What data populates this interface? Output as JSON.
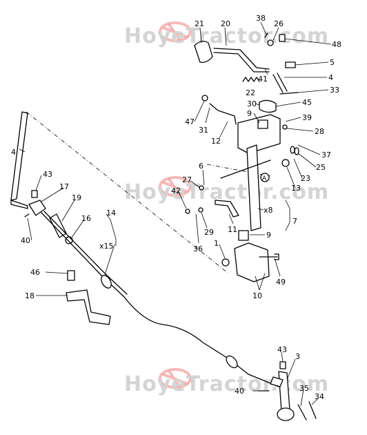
{
  "watermark": {
    "text": "HoyeTractor.com",
    "color": "#d4d4d4",
    "logo_color": "#f2a8a8"
  },
  "callouts": [
    "21",
    "20",
    "38",
    "26",
    "48",
    "5",
    "4",
    "41",
    "22",
    "33",
    "30",
    "45",
    "47",
    "9",
    "39",
    "31",
    "28",
    "12",
    "37",
    "25",
    "23",
    "13",
    "A",
    "6",
    "27",
    "42",
    "11",
    "x8",
    "7",
    "29",
    "36",
    "1",
    "9",
    "49",
    "10",
    "43",
    "17",
    "19",
    "16",
    "14",
    "x15",
    "40",
    "4",
    "46",
    "18",
    "43",
    "3",
    "40",
    "35",
    "34"
  ]
}
